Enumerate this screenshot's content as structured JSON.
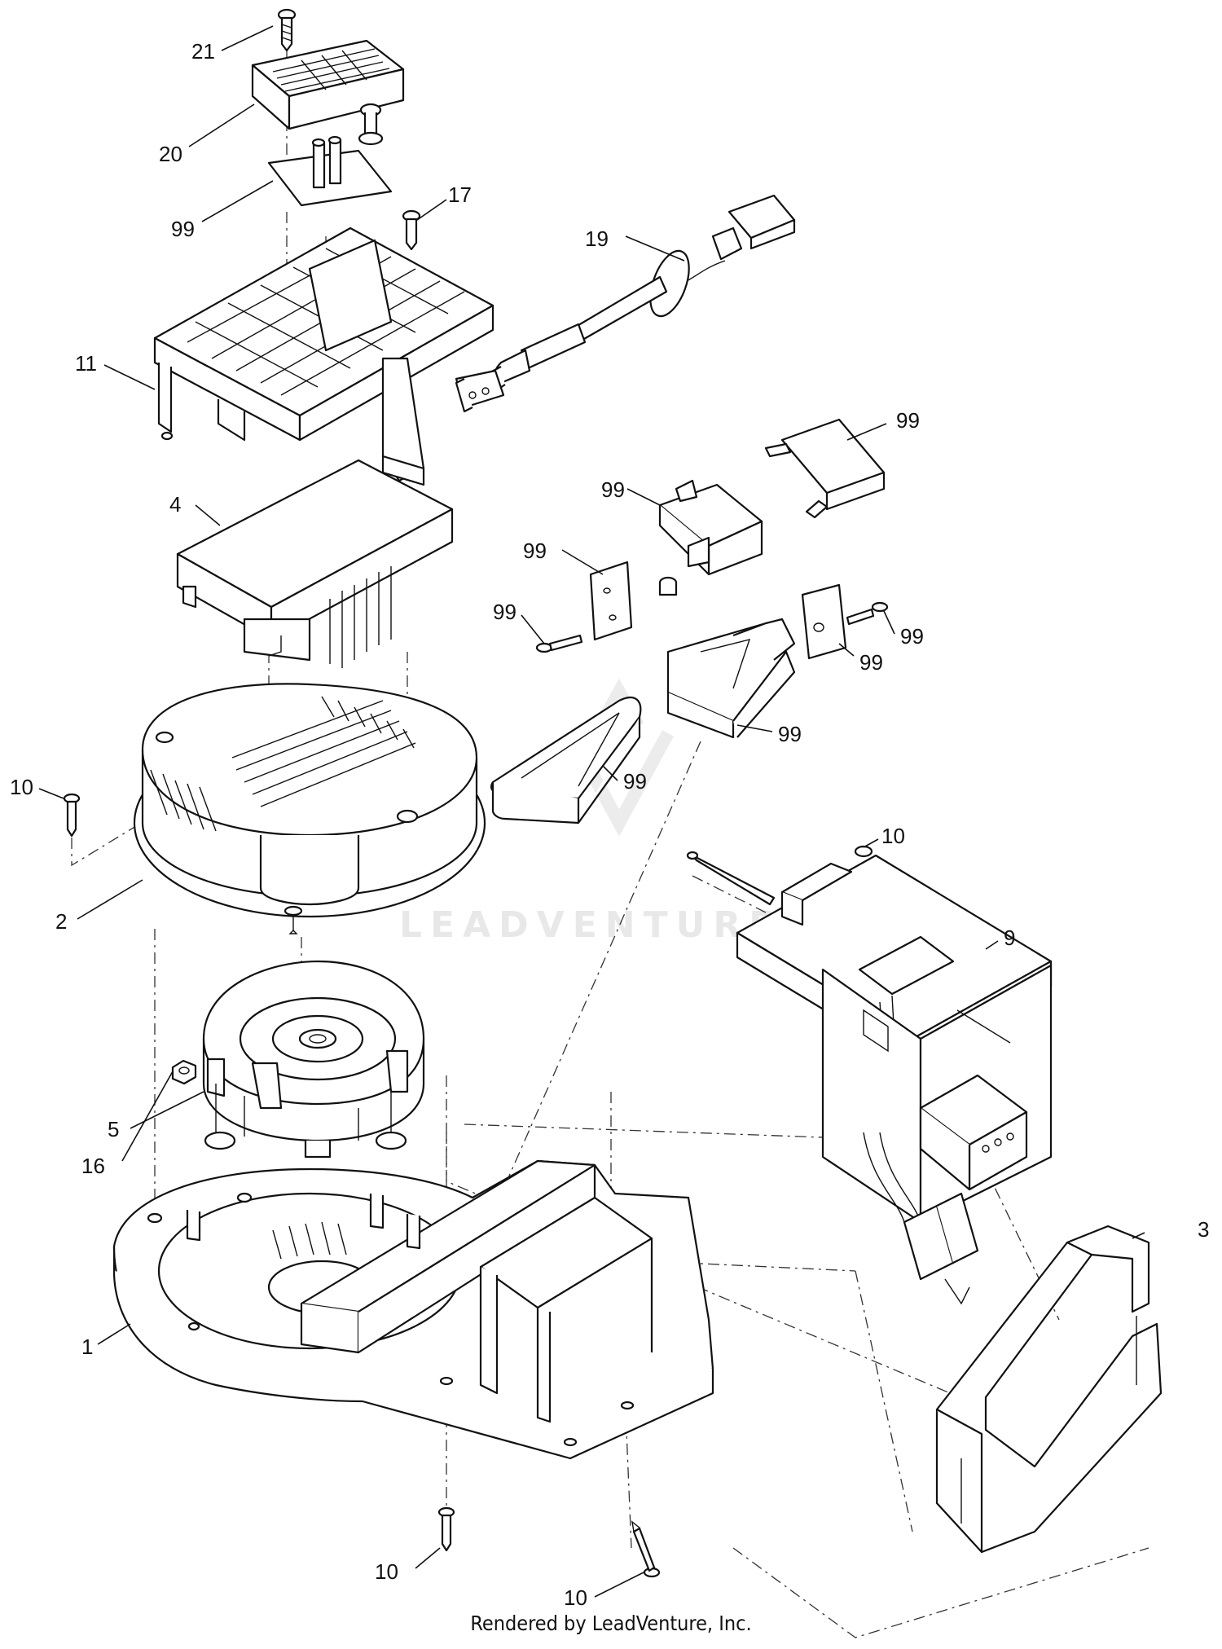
{
  "footer": "Rendered by LeadVenture, Inc.",
  "watermark": "LEADVENTURE",
  "colors": {
    "line": "#111111",
    "background": "#ffffff",
    "watermark": "#e8e8e8"
  },
  "callouts": [
    {
      "id": "21",
      "label": "21"
    },
    {
      "id": "20",
      "label": "20"
    },
    {
      "id": "99a",
      "label": "99"
    },
    {
      "id": "17",
      "label": "17"
    },
    {
      "id": "19",
      "label": "19"
    },
    {
      "id": "11",
      "label": "11"
    },
    {
      "id": "99b",
      "label": "99"
    },
    {
      "id": "4",
      "label": "4"
    },
    {
      "id": "99c",
      "label": "99"
    },
    {
      "id": "99d",
      "label": "99"
    },
    {
      "id": "99e",
      "label": "99"
    },
    {
      "id": "99f",
      "label": "99"
    },
    {
      "id": "99g",
      "label": "99"
    },
    {
      "id": "99h",
      "label": "99"
    },
    {
      "id": "99i",
      "label": "99"
    },
    {
      "id": "10a",
      "label": "10"
    },
    {
      "id": "10b",
      "label": "10"
    },
    {
      "id": "2",
      "label": "2"
    },
    {
      "id": "9",
      "label": "9"
    },
    {
      "id": "5",
      "label": "5"
    },
    {
      "id": "16",
      "label": "16"
    },
    {
      "id": "3",
      "label": "3"
    },
    {
      "id": "1",
      "label": "1"
    },
    {
      "id": "10c",
      "label": "10"
    },
    {
      "id": "10d",
      "label": "10"
    }
  ]
}
